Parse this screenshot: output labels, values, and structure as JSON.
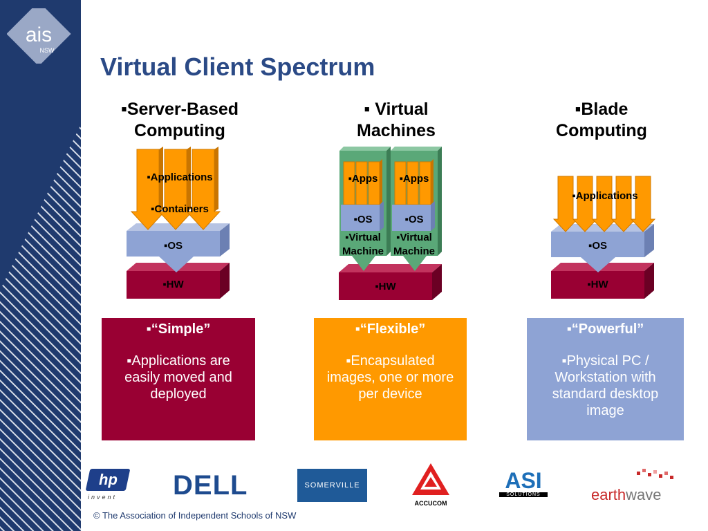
{
  "logo": {
    "main": "ais",
    "sub": "NSW"
  },
  "slide_title": "Virtual Client Spectrum",
  "columns": [
    {
      "heading_line1": "▪Server-Based",
      "heading_line2": "Computing"
    },
    {
      "heading_line1": "▪ Virtual",
      "heading_line2": "Machines"
    },
    {
      "heading_line1": "▪Blade",
      "heading_line2": "Computing"
    }
  ],
  "diagram_labels": {
    "applications": "▪Applications",
    "containers": "▪Containers",
    "os": "▪OS",
    "hw": "▪HW",
    "apps": "▪Apps",
    "virtual": "▪Virtual",
    "machine": "Machine"
  },
  "boxes": [
    {
      "heading": "▪“Simple”",
      "body": "▪Applications are easily moved and deployed",
      "color": "#990033"
    },
    {
      "heading": "▪“Flexible”",
      "body": "▪Encapsulated images, one or more per device",
      "color": "#ff9900"
    },
    {
      "heading": "▪“Powerful”",
      "body": "▪Physical PC / Workstation with standard desktop image",
      "color": "#8ea3d4"
    }
  ],
  "partner_logos": {
    "hp": "hp",
    "hp_sub": "invent",
    "dell": "DELL",
    "somerville": "SOMERVILLE",
    "accucom": "ACCUCOM",
    "asi": "ASI",
    "asi_sub": "SOLUTIONS",
    "earthwave_1": "earth",
    "earthwave_2": "wave"
  },
  "footer": "© The Association of Independent Schools of NSW",
  "colors": {
    "sidebar": "#1f3a6e",
    "title": "#2b4a86",
    "orange": "#ff9900",
    "os_blue": "#8ea3d4",
    "hw_red": "#990033",
    "vm_green": "#5aa878"
  }
}
